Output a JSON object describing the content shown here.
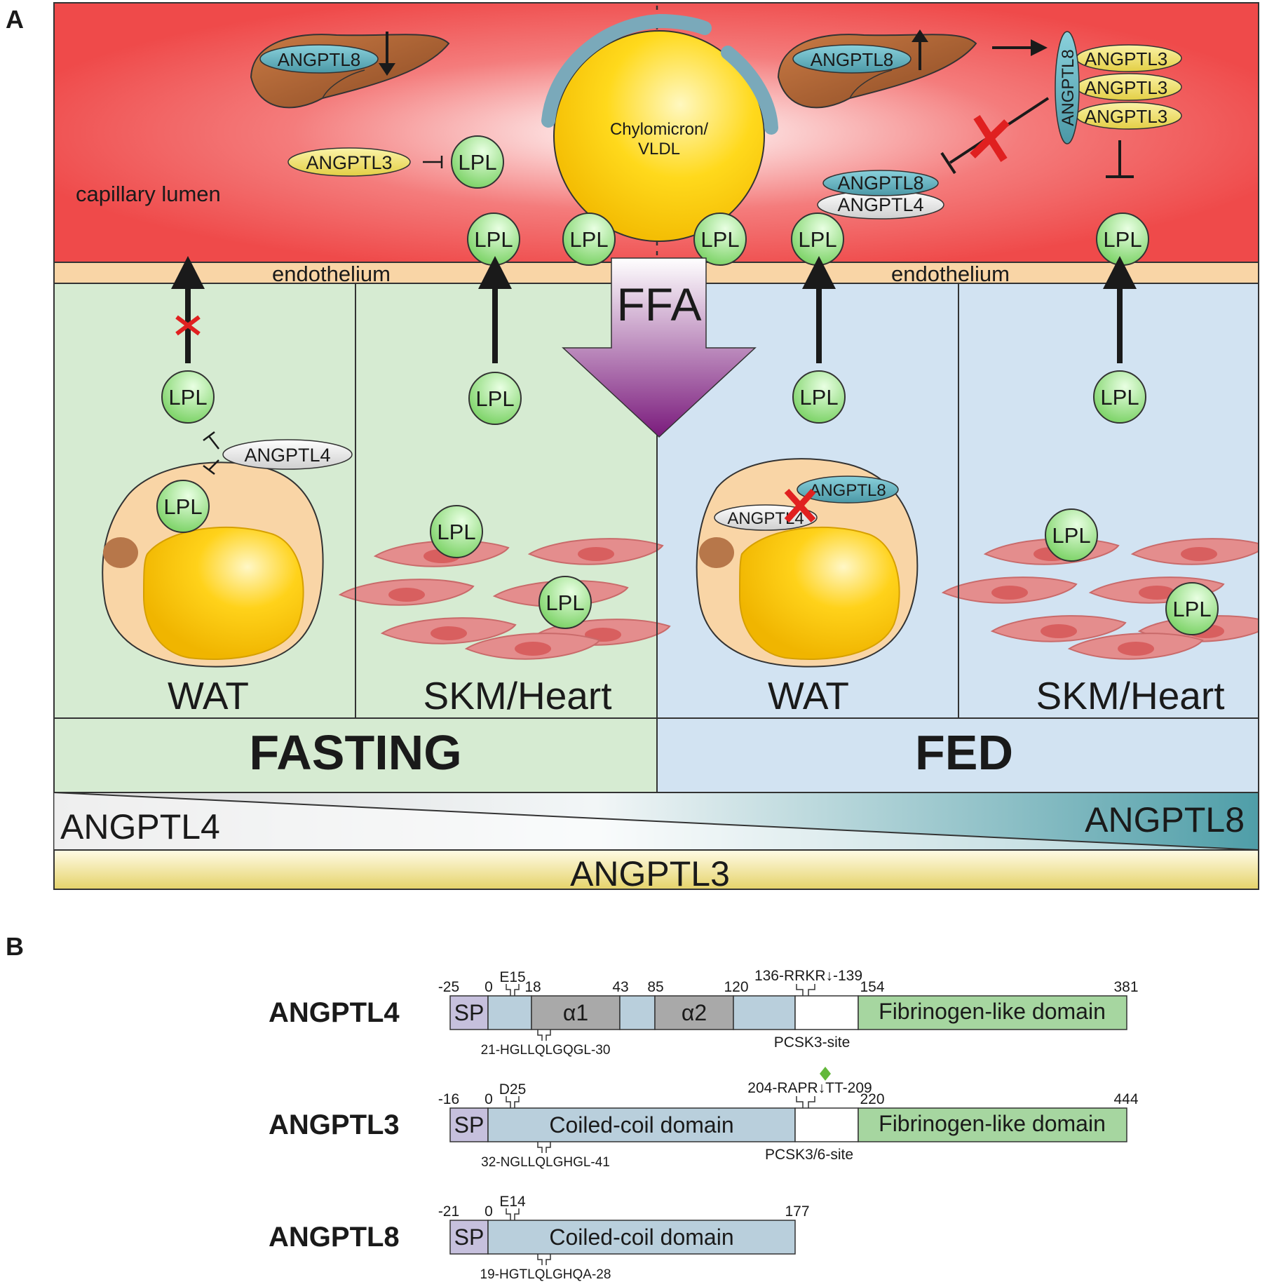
{
  "panel_a": {
    "label": "A",
    "capillary_lumen": "capillary lumen",
    "endothelium_left": "endothelium",
    "endothelium_right": "endothelium",
    "chylomicron_line1": "Chylomicron/",
    "chylomicron_line2": "VLDL",
    "ffa": "FFA",
    "lpl": "LPL",
    "angptl3": "ANGPTL3",
    "angptl4": "ANGPTL4",
    "angptl8": "ANGPTL8",
    "wat_fasting": "WAT",
    "skm_fasting": "SKM/Heart",
    "wat_fed": "WAT",
    "skm_fed": "SKM/Heart",
    "fasting": "FASTING",
    "fed": "FED",
    "gradient_left": "ANGPTL4",
    "gradient_right": "ANGPTL8",
    "bottom_bar": "ANGPTL3"
  },
  "panel_b": {
    "label": "B",
    "angptl4": {
      "name": "ANGPTL4",
      "sp": "SP",
      "alpha1": "α1",
      "alpha2": "α2",
      "fibrinogen": "Fibrinogen-like domain",
      "n_neg": "-25",
      "n0": "0",
      "n18": "18",
      "n43": "43",
      "n85": "85",
      "n120": "120",
      "n154": "154",
      "n381": "381",
      "e15": "E15",
      "site_top": "136-RRKR↓-139",
      "site_bottom": "PCSK3-site",
      "motif": "21-HGLLQLGQGL-30"
    },
    "angptl3": {
      "name": "ANGPTL3",
      "sp": "SP",
      "coiled": "Coiled-coil domain",
      "fibrinogen": "Fibrinogen-like domain",
      "n_neg": "-16",
      "n0": "0",
      "n220": "220",
      "n444": "444",
      "d25": "D25",
      "site_top": "204-RAPR↓TT-209",
      "site_bottom": "PCSK3/6-site",
      "motif": "32-NGLLQLGHGL-41"
    },
    "angptl8": {
      "name": "ANGPTL8",
      "sp": "SP",
      "coiled": "Coiled-coil domain",
      "n_neg": "-21",
      "n0": "0",
      "n177": "177",
      "e14": "E14",
      "motif": "19-HGTLQLGHQA-28"
    }
  },
  "colors": {
    "lumen": "#f25a5a",
    "endothelium": "#f9d5a6",
    "fasting_bg": "#d6ebd2",
    "fed_bg": "#d2e3f2",
    "lpl": "#9ee38e",
    "angptl3": "#ece173",
    "angptl4": "#e9e9e9",
    "angptl8": "#5ea9b5",
    "sp": "#c6c0dd",
    "coiled": "#b9cfdc",
    "helix": "#a9a9a9",
    "fibrinogen": "#a6d6a0"
  }
}
